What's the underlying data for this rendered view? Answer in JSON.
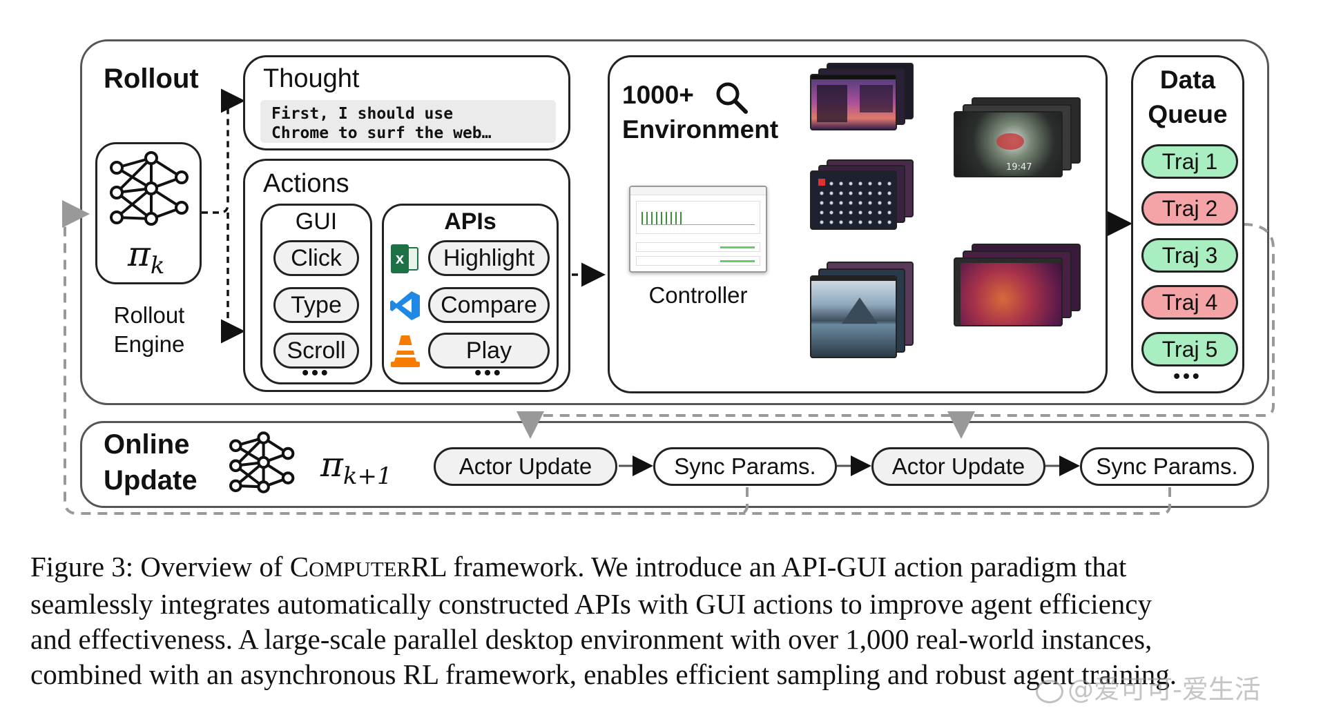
{
  "rollout": {
    "title": "Rollout",
    "engine_label_line1": "Rollout",
    "engine_label_line2": "Engine",
    "policy_symbol": "π",
    "policy_subscript": "k"
  },
  "thought": {
    "title": "Thought",
    "text_line1": "First, I should use",
    "text_line2": "Chrome to surf the web…"
  },
  "actions": {
    "title": "Actions",
    "gui": {
      "title": "GUI",
      "items": [
        "Click",
        "Type",
        "Scroll"
      ],
      "more": "•••"
    },
    "apis": {
      "title": "APIs",
      "items": [
        "Highlight",
        "Compare",
        "Play"
      ],
      "more": "•••",
      "icons": [
        "excel-icon",
        "vscode-icon",
        "vlc-icon"
      ]
    }
  },
  "environment": {
    "title_line1": "1000+",
    "title_line2": "Environment",
    "controller_label": "Controller"
  },
  "data_queue": {
    "title_line1": "Data",
    "title_line2": "Queue",
    "items": [
      {
        "label": "Traj 1",
        "status": "success"
      },
      {
        "label": "Traj 2",
        "status": "failure"
      },
      {
        "label": "Traj 3",
        "status": "success"
      },
      {
        "label": "Traj 4",
        "status": "failure"
      },
      {
        "label": "Traj 5",
        "status": "success"
      }
    ],
    "more": "•••"
  },
  "online_update": {
    "title_line1": "Online",
    "title_line2": "Update",
    "policy_symbol": "π",
    "policy_subscript": "k+1",
    "steps": [
      "Actor Update",
      "Sync Params.",
      "Actor Update",
      "Sync Params."
    ]
  },
  "caption": {
    "prefix": "Figure 3: Overview of ",
    "name_part1": "C",
    "name_part2": "OMPUTER",
    "name_part3": "RL",
    "rest_line1": " framework. We introduce an API-GUI action paradigm that",
    "line2": "seamlessly integrates automatically constructed APIs with GUI actions to improve agent efficiency",
    "line3": "and effectiveness. A large-scale parallel desktop environment with over 1,000 real-world instances,",
    "line4": "combined with an asynchronous RL framework, enables efficient sampling and robust agent training."
  },
  "watermark": "@爱可可-爱生活",
  "colors": {
    "success_fill": "#a9eec0",
    "failure_fill": "#f4a3a6",
    "pill_fill": "#f1f1f1",
    "dashed_line": "#8a8a8a"
  }
}
